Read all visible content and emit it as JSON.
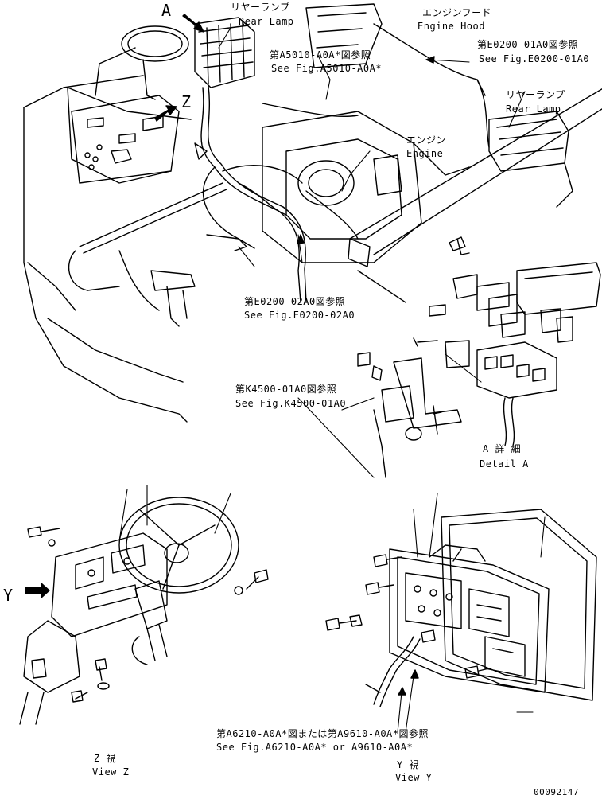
{
  "callouts": {
    "A": "A",
    "Z": "Z",
    "Y": "Y",
    "rear_lamp_1_jp": "リヤーランプ",
    "rear_lamp_1_en": "Rear Lamp",
    "engine_hood_jp": "エンジンフード",
    "engine_hood_en": "Engine Hood",
    "ref_a5010_jp": "第A5010-A0A*図参照",
    "ref_a5010_en": "See Fig.A5010-A0A*",
    "ref_e020001_jp": "第E0200-01A0図参照",
    "ref_e020001_en": "See Fig.E0200-01A0",
    "rear_lamp_2_jp": "リヤーランプ",
    "rear_lamp_2_en": "Rear Lamp",
    "engine_jp": "エンジン",
    "engine_en": "Engine",
    "ref_e020002_jp": "第E0200-02A0図参照",
    "ref_e020002_en": "See Fig.E0200-02A0",
    "ref_k4500_jp": "第K4500-01A0図参照",
    "ref_k4500_en": "See Fig.K4500-01A0",
    "detail_a_jp": "A 詳 細",
    "detail_a_en": "Detail A",
    "ref_a6210_jp": "第A6210-A0A*図または第A9610-A0A*図参照",
    "ref_a6210_en": "See Fig.A6210-A0A* or A9610-A0A*",
    "view_z_jp": "Z 視",
    "view_z_en": "View Z",
    "view_y_jp": "Y 視",
    "view_y_en": "View Y",
    "drawing_number": "00092147"
  }
}
